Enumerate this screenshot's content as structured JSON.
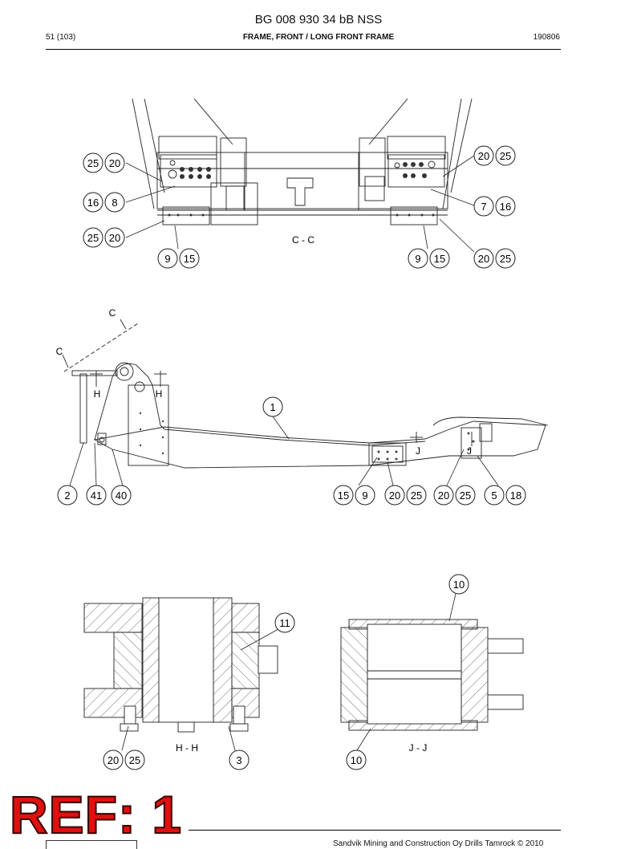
{
  "header": {
    "title": "BG 008 930 34 bB NSS",
    "page": "51 (103)",
    "section": "FRAME, FRONT / LONG FRONT FRAME",
    "code": "190806"
  },
  "views": {
    "cc": "C - C",
    "hh": "H - H",
    "jj": "J - J",
    "c_mark": "C",
    "h_mark": "H",
    "j_mark": "J"
  },
  "balloons": {
    "top": [
      "25",
      "20",
      "16",
      "8",
      "25",
      "20",
      "9",
      "15",
      "20",
      "25",
      "7",
      "16",
      "9",
      "15",
      "20",
      "25"
    ],
    "side": [
      "1",
      "2",
      "41",
      "40",
      "15",
      "9",
      "20",
      "25",
      "20",
      "25",
      "5",
      "18"
    ],
    "bottom": [
      "10",
      "11",
      "20",
      "25",
      "3",
      "10"
    ]
  },
  "stamp": "REF: 1",
  "footer": "Sandvik Mining and Construction Oy Drills Tamrock © 2010"
}
